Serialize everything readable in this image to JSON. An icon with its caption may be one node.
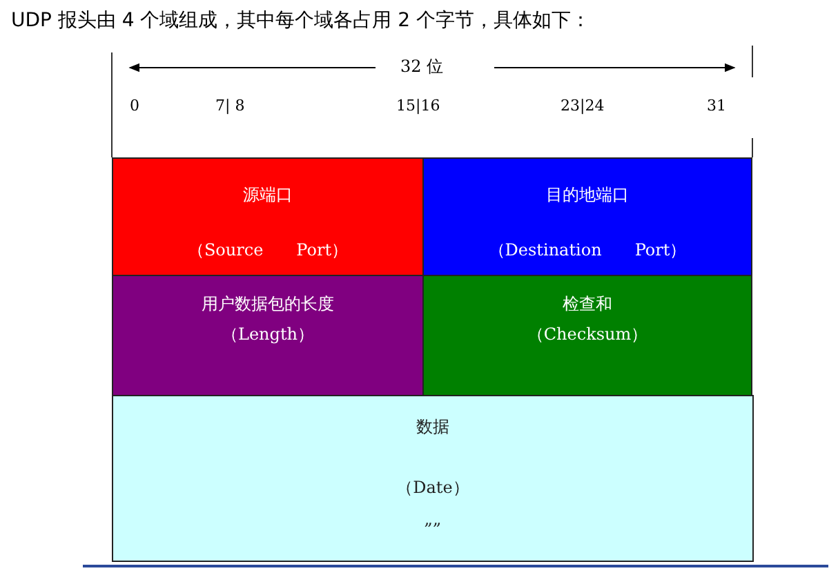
{
  "diagram": {
    "title": "UDP 报头由 4 个域组成，其中每个域各占用 2 个字节，具体如下：",
    "nodes": [
      {
        "text": [
          "源端口",
          "（Source　　Port）"
        ]
      },
      {
        "text": [
          "目的地端口",
          "（Destination　　Port）"
        ]
      },
      {
        "text": [
          "用户数据包的长度",
          "（Length）"
        ]
      },
      {
        "text": [
          "检查和",
          "（Checksum）"
        ]
      },
      {
        "text": [
          "数据",
          "（Date）",
          "„„"
        ]
      }
    ],
    "labels": [
      "32 位",
      "0",
      "7| 8",
      "15|16",
      "23|24",
      "31"
    ]
  }
}
